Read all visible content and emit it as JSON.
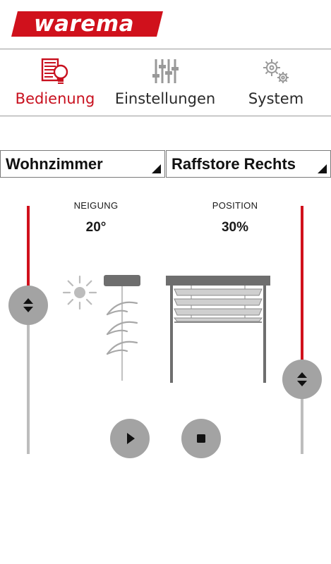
{
  "header": {
    "logo_text": "warema"
  },
  "nav": {
    "tabs": [
      {
        "label": "Bedienung",
        "icon": "remote-control-bulb-icon",
        "active": true
      },
      {
        "label": "Einstellungen",
        "icon": "sliders-icon",
        "active": false
      },
      {
        "label": "System",
        "icon": "gears-icon",
        "active": false
      }
    ]
  },
  "selectors": {
    "room": {
      "value": "Wohnzimmer"
    },
    "device": {
      "value": "Raffstore Rechts"
    }
  },
  "controls": {
    "tilt": {
      "label": "NEIGUNG",
      "value": "20°",
      "level": 0.6
    },
    "position": {
      "label": "POSITION",
      "value": "30%",
      "level": 0.3
    },
    "play_icon": "play-icon",
    "stop_icon": "stop-icon"
  },
  "colors": {
    "brand": "#d0111c",
    "active_tab": "#c8101e",
    "track_inactive": "#bdbdbd",
    "knob": "#a3a3a3",
    "icon_gray": "#999999"
  }
}
